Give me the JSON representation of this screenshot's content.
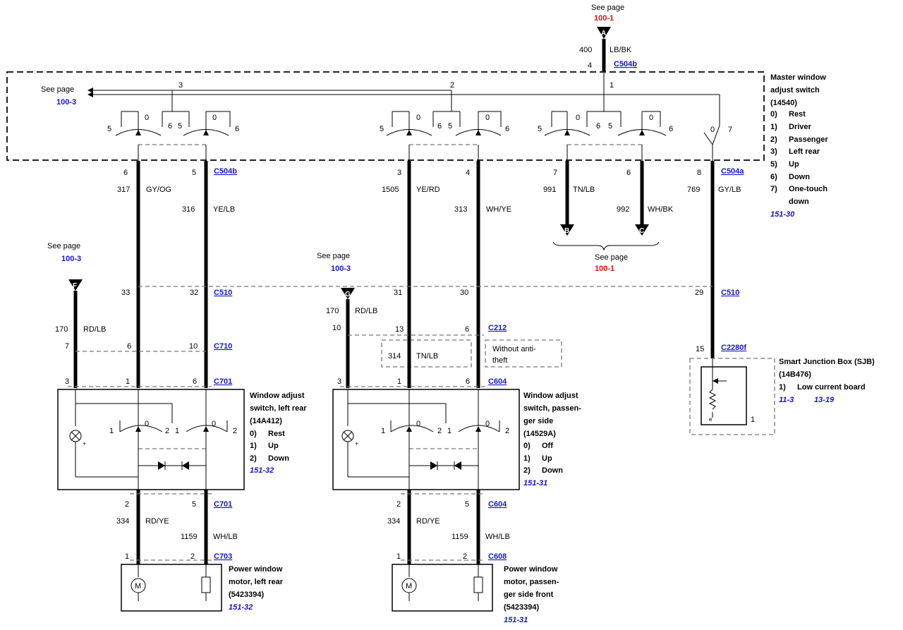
{
  "top_ref": {
    "see": "See page",
    "page": "100-1",
    "letter": "A",
    "circuit": "400",
    "color": "LB/BK",
    "pin": "4",
    "connector": "C504b"
  },
  "master": {
    "bus_labels": [
      "3",
      "2",
      "1"
    ],
    "see": "See page",
    "page": "100-3",
    "switch_positions": [
      "5",
      "0",
      "6",
      "5",
      "0",
      "6"
    ],
    "one_touch_positions": [
      "0",
      "7"
    ],
    "title": [
      "Master window",
      "adjust switch",
      "(14540)"
    ],
    "legend": [
      "0)",
      "Rest",
      "1)",
      "Driver",
      "2)",
      "Passenger",
      "3)",
      "Left rear",
      "5)",
      "Up",
      "6)",
      "Down",
      "7)",
      "One-touch",
      "down"
    ],
    "ref": "151-30"
  },
  "wires": {
    "w317": {
      "pin": "6",
      "circuit": "317",
      "color": "GY/OG"
    },
    "w316": {
      "pin": "5",
      "circuit": "316",
      "color": "YE/LB",
      "connector": "C504b"
    },
    "w1505": {
      "pin": "3",
      "circuit": "1505",
      "color": "YE/RD"
    },
    "w313": {
      "pin": "4",
      "circuit": "313",
      "color": "WH/YE"
    },
    "w991": {
      "pin": "7",
      "circuit": "991",
      "color": "TN/LB"
    },
    "w992": {
      "pin": "6",
      "circuit": "992",
      "color": "WH/BK"
    },
    "w769": {
      "pin": "8",
      "circuit": "769",
      "color": "GY/LB",
      "connector": "C504a"
    }
  },
  "bc_ref": {
    "b": "B",
    "c": "C",
    "see": "See page",
    "page": "100-1"
  },
  "c510": {
    "pins": [
      "33",
      "32",
      "31",
      "30",
      "29"
    ],
    "connector": "C510"
  },
  "left_ref": {
    "see": "See page",
    "page": "100-3",
    "letter": "F",
    "circuit": "170",
    "color": "RD/LB",
    "pin": "7"
  },
  "mid_ref": {
    "see": "See page",
    "page": "100-3",
    "letter": "G",
    "circuit": "170",
    "color": "RD/LB",
    "pin": "10"
  },
  "c710": {
    "pins": [
      "6",
      "10"
    ],
    "connector": "C710"
  },
  "c212": {
    "pins": [
      "13",
      "6"
    ],
    "connector": "C212"
  },
  "anti_theft": {
    "circuit": "314",
    "color": "TN/LB",
    "note": [
      "Without anti-",
      "theft"
    ]
  },
  "left_switch": {
    "pins": [
      "3",
      "1",
      "6"
    ],
    "connector": "C701",
    "positions": [
      "1",
      "0",
      "2",
      "1",
      "0",
      "2"
    ],
    "title": [
      "Window adjust",
      "switch, left rear",
      "(14A412)"
    ],
    "legend": [
      "0)",
      "Rest",
      "1)",
      "Up",
      "2)",
      "Down"
    ],
    "ref": "151-32",
    "out_pins": [
      "2",
      "5"
    ],
    "out_connector": "C701"
  },
  "mid_switch": {
    "pins": [
      "3",
      "1",
      "6"
    ],
    "connector": "C604",
    "positions": [
      "1",
      "0",
      "2",
      "1",
      "0",
      "2"
    ],
    "title": [
      "Window adjust",
      "switch, passen-",
      "ger side",
      "(14529A)"
    ],
    "legend": [
      "0)",
      "Off",
      "1)",
      "Up",
      "2)",
      "Down"
    ],
    "ref": "151-31",
    "out_pins": [
      "2",
      "5"
    ],
    "out_connector": "C604"
  },
  "left_motor_wires": {
    "a": {
      "circuit": "334",
      "color": "RD/YE"
    },
    "b": {
      "circuit": "1159",
      "color": "WH/LB"
    },
    "pins": [
      "1",
      "2"
    ],
    "connector": "C703"
  },
  "mid_motor_wires": {
    "a": {
      "circuit": "334",
      "color": "RD/YE"
    },
    "b": {
      "circuit": "1159",
      "color": "WH/LB"
    },
    "pins": [
      "1",
      "2"
    ],
    "connector": "C608"
  },
  "left_motor": {
    "title": [
      "Power window",
      "motor, left rear",
      "(5423394)"
    ],
    "ref": "151-32",
    "symbol": "M"
  },
  "mid_motor": {
    "title": [
      "Power window",
      "motor, passen-",
      "ger side front",
      "(5423394)"
    ],
    "ref": "151-31",
    "symbol": "M"
  },
  "sjb": {
    "pin": "15",
    "connector": "C2280f",
    "title": [
      "Smart Junction Box (SJB)",
      "(14B476)"
    ],
    "legend": [
      "1)",
      "Low current board"
    ],
    "refs": [
      "11-3",
      "13-19"
    ],
    "pos": "1"
  }
}
